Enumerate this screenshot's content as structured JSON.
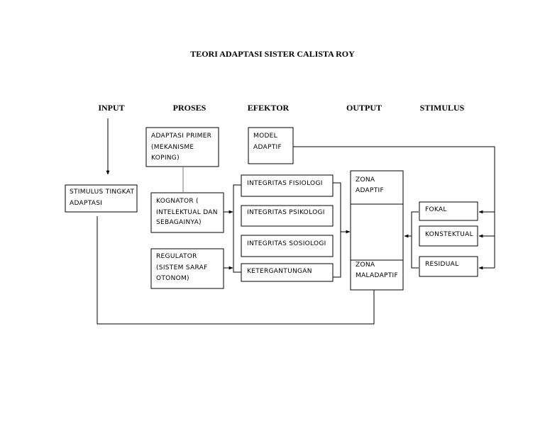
{
  "title": "TEORI ADAPTASI SISTER CALISTA ROY",
  "headers": {
    "input": "INPUT",
    "proses": "PROSES",
    "efektor": "EFEKTOR",
    "output": "OUTPUT",
    "stimulus": "STIMULUS"
  },
  "boxes": {
    "stimulus_tingkat": [
      "STIMULUS TINGKAT",
      "ADAPTASI"
    ],
    "adaptasi_primer": [
      "ADAPTASI PRIMER",
      "(MEKANISME",
      "KOPING)"
    ],
    "kognator": [
      "KOGNATOR (",
      "INTELEKTUAL DAN",
      "SEBAGAINYA)"
    ],
    "regulator": [
      "REGULATOR",
      "(SISTEM SARAF",
      "OTONOM)"
    ],
    "model_adaptif": [
      "MODEL",
      "ADAPTIF"
    ],
    "integritas_fisiologi": "INTEGRITAS FISIOLOGI",
    "integritas_psikologi": "INTEGRITAS PSIKOLOGI",
    "integritas_sosiologi": "INTEGRITAS SOSIOLOGI",
    "ketergantungan": "KETERGANTUNGAN",
    "zona_adaptif": [
      "ZONA",
      "ADAPTIF"
    ],
    "zona_maladaptif": [
      "ZONA",
      "MALADAPTIF"
    ],
    "fokal": "FOKAL",
    "konstektual": "KONSTEKTUAL",
    "residual": "RESIDUAL"
  }
}
